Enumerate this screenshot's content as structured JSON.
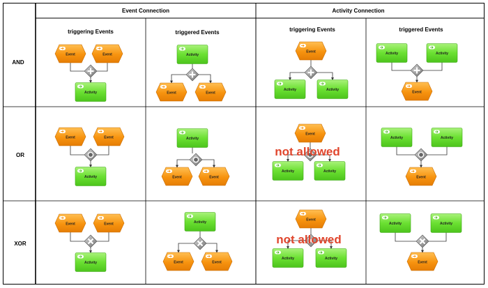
{
  "header": {
    "event_connection": "Event Connection",
    "activity_connection": "Activity Connection"
  },
  "columns": [
    {
      "subtitle": "triggering Events"
    },
    {
      "subtitle": "triggered Events"
    },
    {
      "subtitle": "triggering Events"
    },
    {
      "subtitle": "triggered Events"
    }
  ],
  "rows": [
    {
      "label": "AND"
    },
    {
      "label": "OR"
    },
    {
      "label": "XOR"
    }
  ],
  "labels": {
    "event": "Event",
    "activity": "Activity"
  },
  "warning": "not allowed",
  "gateway_types": [
    "and",
    "or",
    "xor"
  ],
  "colors": {
    "event": "#f7930f",
    "activity": "#62dd2a",
    "gateway": "#9a9a9a",
    "warning": "#e0452c"
  }
}
